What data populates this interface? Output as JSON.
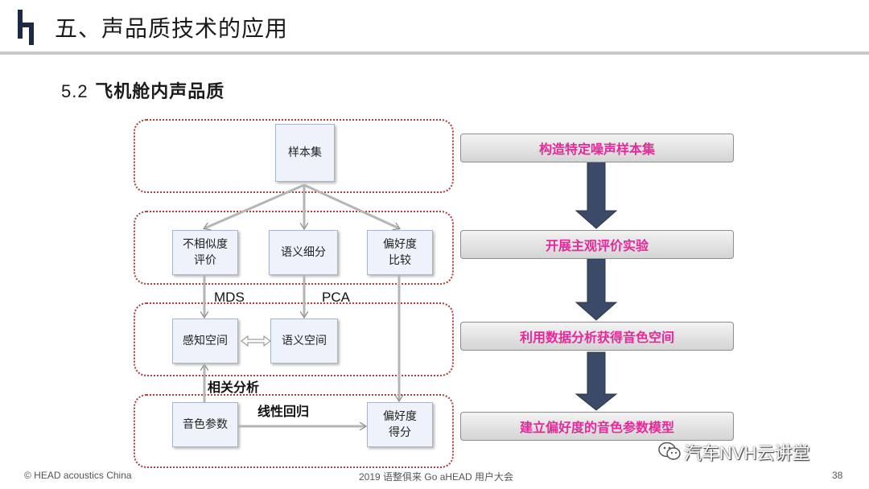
{
  "header": {
    "title": "五、声品质技术的应用",
    "subtitle_num": "5.2",
    "subtitle_text": "飞机舱内声品质"
  },
  "diagram": {
    "boxes": {
      "sample_set": "样本集",
      "dissimilarity_line1": "不相似度",
      "dissimilarity_line2": "评价",
      "semantic_diff": "语义细分",
      "preference_cmp_line1": "偏好度",
      "preference_cmp_line2": "比较",
      "perceptual_space": "感知空间",
      "semantic_space": "语义空间",
      "timbre_params": "音色参数",
      "preference_score_line1": "偏好度",
      "preference_score_line2": "得分"
    },
    "labels": {
      "mds": "MDS",
      "pca": "PCA",
      "correlation": "相关分析",
      "regression": "线性回归"
    }
  },
  "steps": [
    "构造特定噪声样本集",
    "开展主观评价实验",
    "利用数据分析获得音色空间",
    "建立偏好度的音色参数模型"
  ],
  "footer": {
    "copyright": "© HEAD acoustics China",
    "event": "2019 语整俱来 Go aHEAD 用户大会",
    "page": "38"
  },
  "watermark": "汽车NVH云讲堂",
  "colors": {
    "step_text": "#e8289a",
    "group_border": "#b03a3a",
    "arrow_fill": "#3b4a66"
  }
}
